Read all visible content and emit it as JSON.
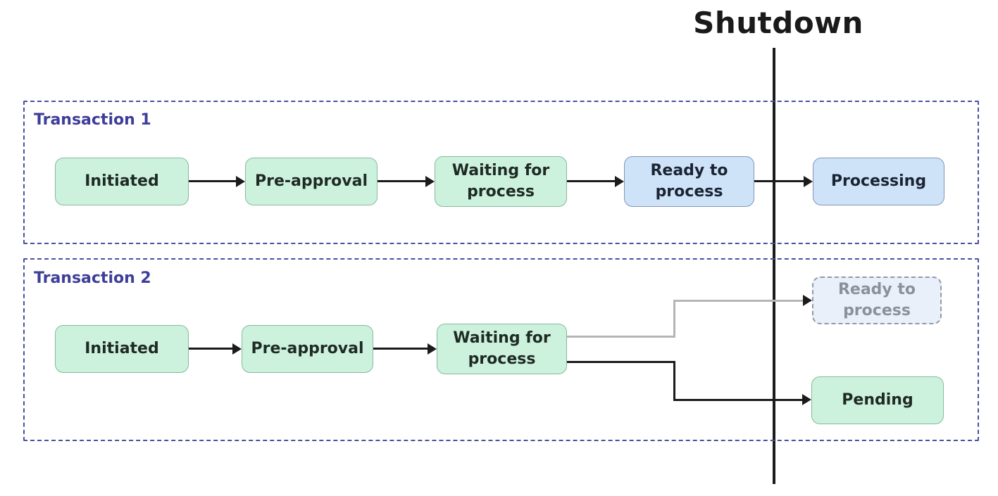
{
  "title": "Shutdown",
  "diagram": {
    "transaction1": {
      "label": "Transaction 1",
      "nodes": {
        "initiated": "Initiated",
        "pre_approval": "Pre-approval",
        "waiting": "Waiting for\nprocess",
        "ready": "Ready to\nprocess",
        "processing": "Processing"
      }
    },
    "transaction2": {
      "label": "Transaction 2",
      "nodes": {
        "initiated": "Initiated",
        "pre_approval": "Pre-approval",
        "waiting": "Waiting for\nprocess",
        "ready": "Ready to\nprocess",
        "pending": "Pending"
      }
    },
    "edges": [
      {
        "group": "transaction1",
        "from": "Initiated",
        "to": "Pre-approval",
        "style": "solid-black"
      },
      {
        "group": "transaction1",
        "from": "Pre-approval",
        "to": "Waiting for process",
        "style": "solid-black"
      },
      {
        "group": "transaction1",
        "from": "Waiting for process",
        "to": "Ready to process",
        "style": "solid-black"
      },
      {
        "group": "transaction1",
        "from": "Ready to process",
        "to": "Processing",
        "style": "solid-black"
      },
      {
        "group": "transaction2",
        "from": "Initiated",
        "to": "Pre-approval",
        "style": "solid-black"
      },
      {
        "group": "transaction2",
        "from": "Pre-approval",
        "to": "Waiting for process",
        "style": "solid-black"
      },
      {
        "group": "transaction2",
        "from": "Waiting for process",
        "to": "Ready to process",
        "style": "gray-elbow"
      },
      {
        "group": "transaction2",
        "from": "Waiting for process",
        "to": "Pending",
        "style": "black-elbow"
      }
    ],
    "colors": {
      "green_fill": "#ccf2dd",
      "green_border": "#86b99c",
      "blue_fill": "#cfe3f8",
      "blue_border": "#8095b5",
      "faded_fill": "#eaf0fa",
      "faded_border": "#9399a4",
      "faded_text": "#8b919c",
      "container_border": "#4a4fa0",
      "group_label_color": "#3d3e99",
      "edge_black": "#1b1b1b",
      "edge_gray": "#b5b5b5",
      "shutdown_line": "#1b1b1b"
    }
  }
}
